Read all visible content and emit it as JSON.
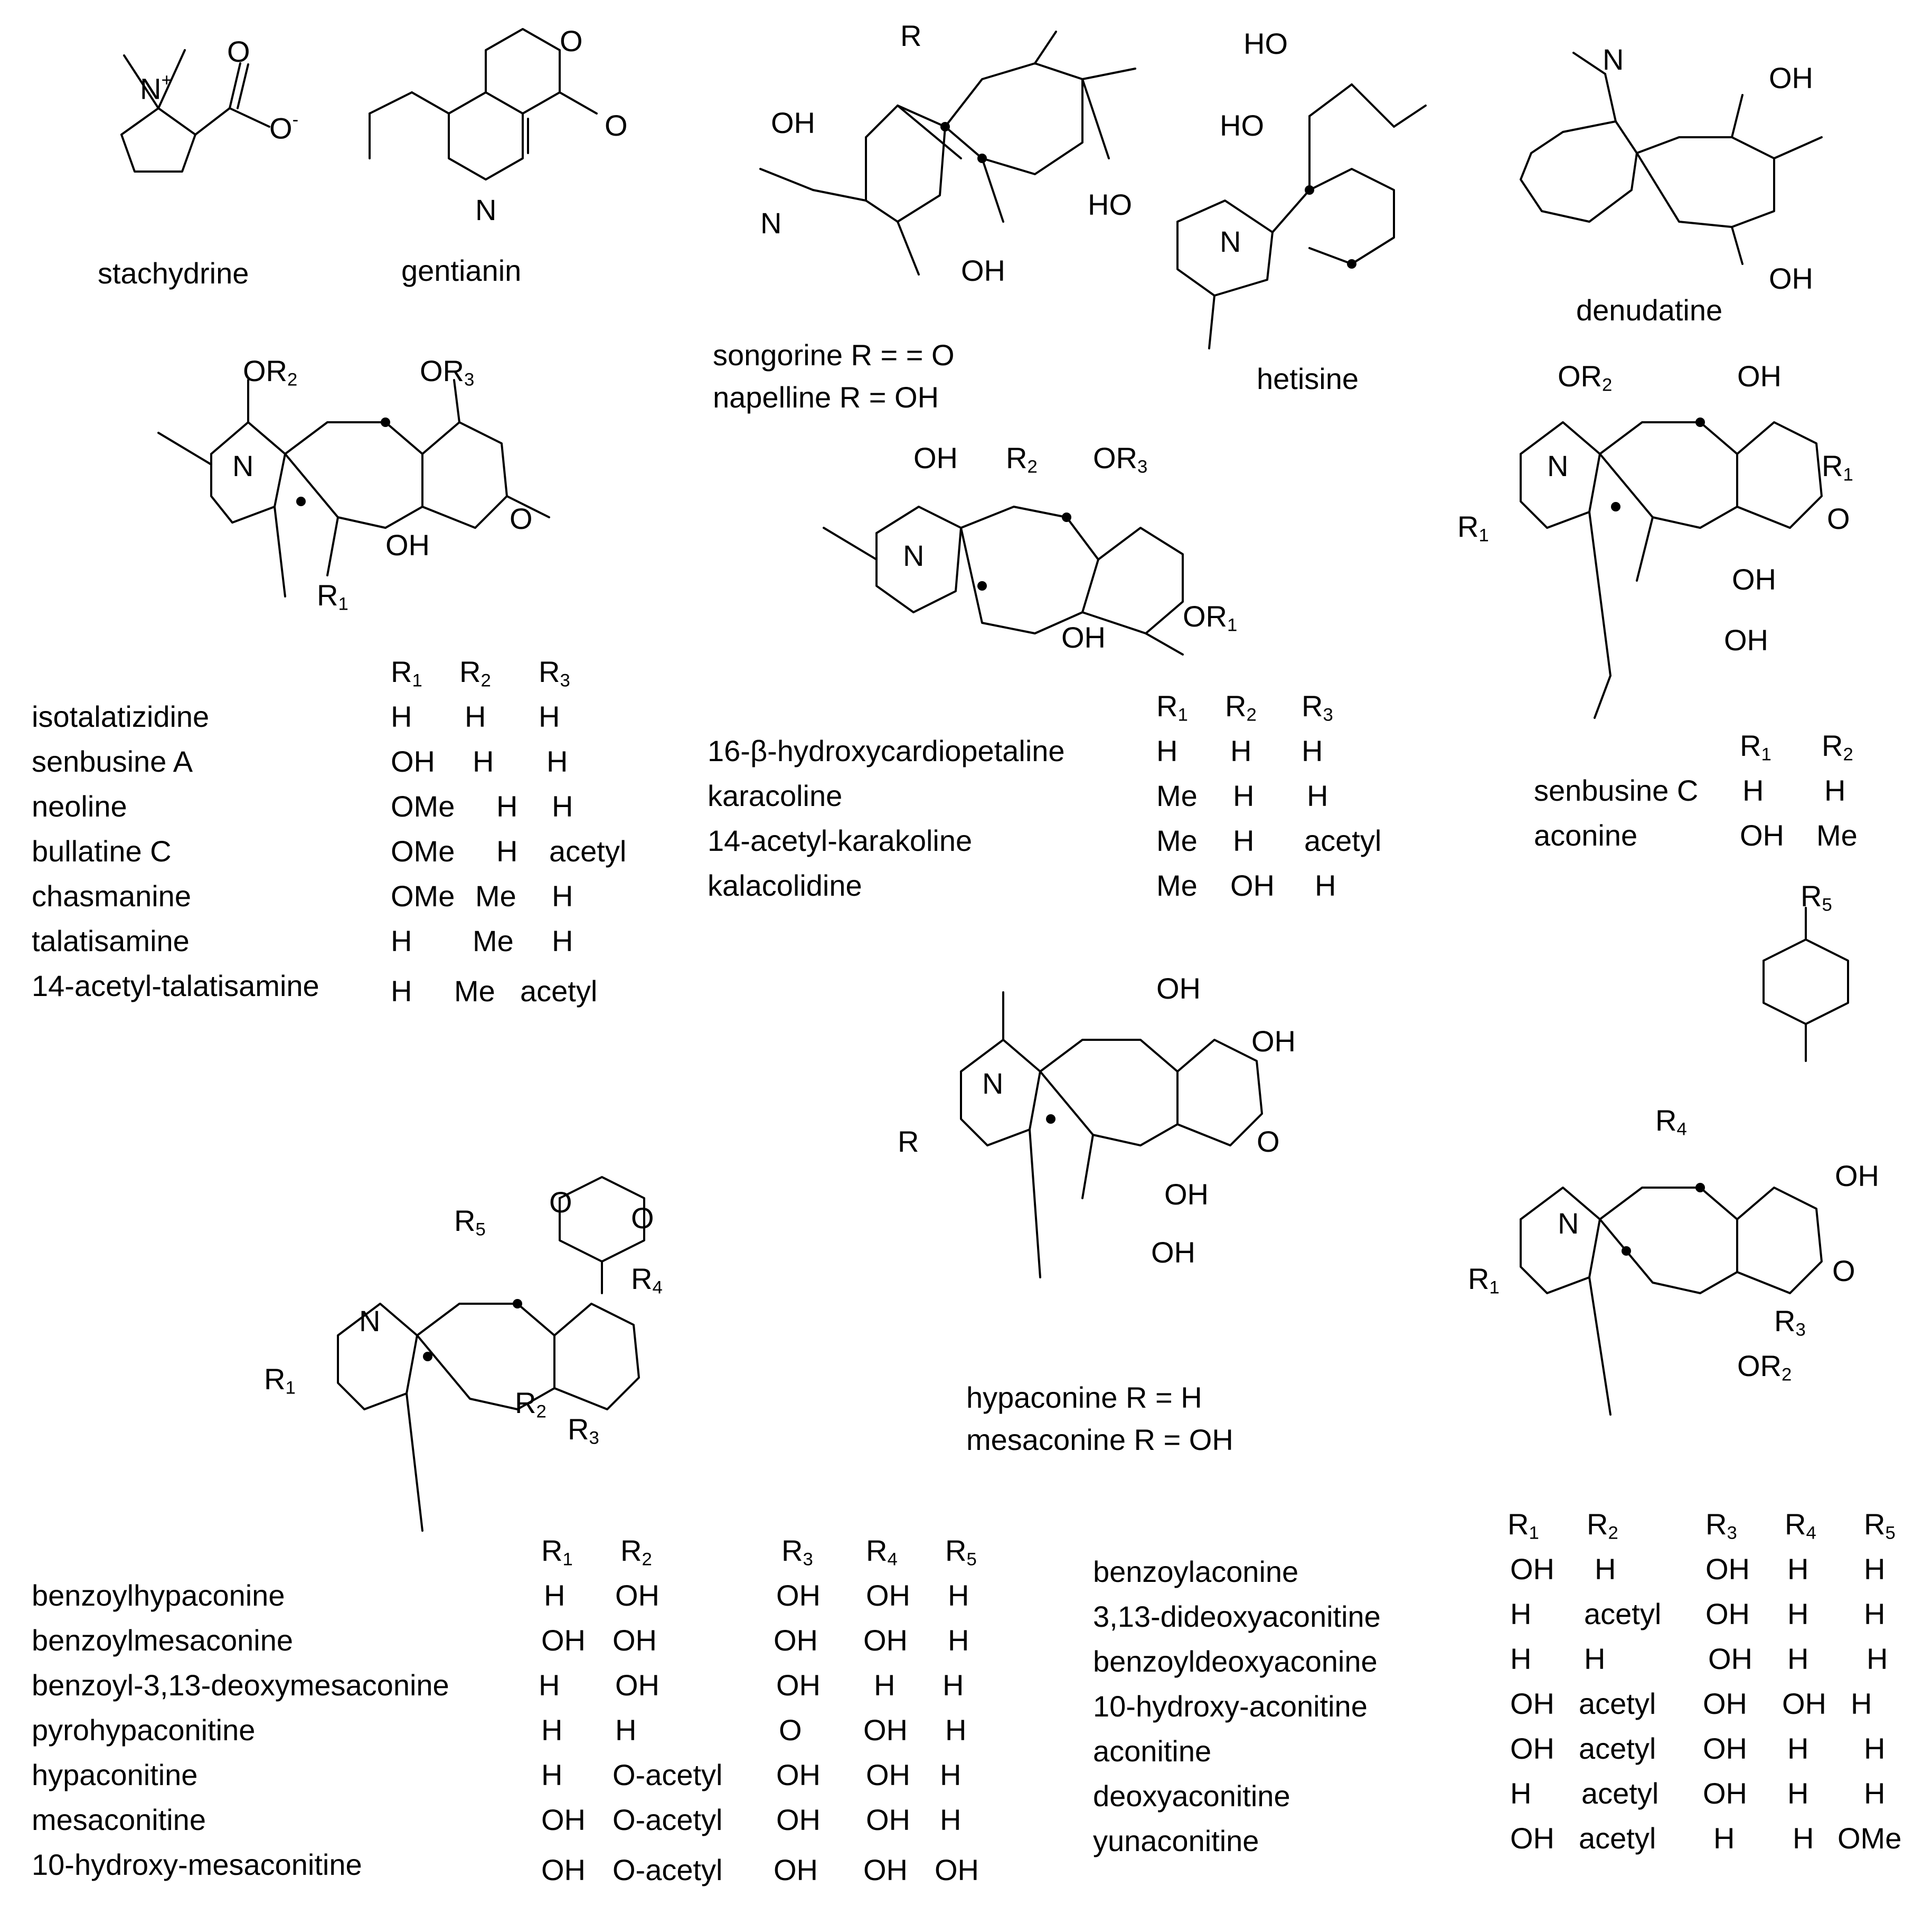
{
  "compound_names": {
    "stachydrine": "stachydrine",
    "gentianin": "gentianin",
    "hetisine": "hetisine",
    "denudatine": "denudatine",
    "songorine_line": "songorine R = = O",
    "napelline_line": "napelline  R = OH",
    "hypaconine_line": "hypaconine  R = H",
    "mesaconine_line": "mesaconine R = OH"
  },
  "atom_labels": {
    "N": "N",
    "OH": "OH",
    "HO": "HO",
    "O": "O",
    "R": "R",
    "O_minus": "O",
    "minus": "-",
    "plus": "+",
    "R1": "R",
    "R2": "R",
    "R3": "R",
    "R4": "R",
    "R5": "R",
    "OR1": "OR",
    "OR2": "OR",
    "OR3": "OR",
    "sub1": "1",
    "sub2": "2",
    "sub3": "3",
    "sub4": "4",
    "sub5": "5"
  },
  "table1": {
    "headers": [
      "R1",
      "R2",
      "R3"
    ],
    "rows": [
      {
        "name": "isotalatizidine",
        "r1": "H",
        "r2": "H",
        "r3": "H"
      },
      {
        "name": "senbusine A",
        "r1": "OH",
        "r2": "H",
        "r3": "H"
      },
      {
        "name": "neoline",
        "r1": "OMe",
        "r2": "H",
        "r3": "H"
      },
      {
        "name": "bullatine C",
        "r1": "OMe",
        "r2": "H",
        "r3": "acetyl"
      },
      {
        "name": "chasmanine",
        "r1": "OMe",
        "r2": "Me",
        "r3": "H"
      },
      {
        "name": "talatisamine",
        "r1": "H",
        "r2": "Me",
        "r3": "H"
      },
      {
        "name": "14-acetyl-talatisamine",
        "r1": "H",
        "r2": "Me",
        "r3": "acetyl"
      }
    ]
  },
  "table2": {
    "headers": [
      "R1",
      "R2",
      "R3"
    ],
    "rows": [
      {
        "name": "16-β-hydroxycardiopetaline",
        "r1": "H",
        "r2": "H",
        "r3": "H"
      },
      {
        "name": "karacoline",
        "r1": "Me",
        "r2": "H",
        "r3": "H"
      },
      {
        "name": "14-acetyl-karakoline",
        "r1": "Me",
        "r2": "H",
        "r3": "acetyl"
      },
      {
        "name": "kalacolidine",
        "r1": "Me",
        "r2": "OH",
        "r3": "H"
      }
    ]
  },
  "table3": {
    "headers": [
      "R1",
      "R2"
    ],
    "rows": [
      {
        "name": "senbusine C",
        "r1": "H",
        "r2": "H"
      },
      {
        "name": "aconine",
        "r1": "OH",
        "r2": "Me"
      }
    ]
  },
  "table4": {
    "headers": [
      "R1",
      "R2",
      "R3",
      "R4",
      "R5"
    ],
    "rows": [
      {
        "name": "benzoylhypaconine",
        "r1": "H",
        "r2": "OH",
        "r3": "OH",
        "r4": "OH",
        "r5": "H"
      },
      {
        "name": "benzoylmesaconine",
        "r1": "OH",
        "r2": "OH",
        "r3": "OH",
        "r4": "OH",
        "r5": "H"
      },
      {
        "name": "benzoyl-3,13-deoxymesaconine",
        "r1": "H",
        "r2": "OH",
        "r3": "OH",
        "r4": "H",
        "r5": "H"
      },
      {
        "name": "pyrohypaconitine",
        "r1": "H",
        "r2": "H",
        "r3": "O",
        "r4": "OH",
        "r5": "H"
      },
      {
        "name": "hypaconitine",
        "r1": "H",
        "r2": "O-acetyl",
        "r3": "OH",
        "r4": "OH",
        "r5": "H"
      },
      {
        "name": "mesaconitine",
        "r1": "OH",
        "r2": "O-acetyl",
        "r3": "OH",
        "r4": "OH",
        "r5": "H"
      },
      {
        "name": "10-hydroxy-mesaconitine",
        "r1": "OH",
        "r2": "O-acetyl",
        "r3": "OH",
        "r4": "OH",
        "r5": "OH"
      }
    ]
  },
  "table5": {
    "headers": [
      "R1",
      "R2",
      "R3",
      "R4",
      "R5"
    ],
    "rows": [
      {
        "name": "benzoylaconine",
        "r1": "OH",
        "r2": "H",
        "r3": "OH",
        "r4": "H",
        "r5": "H"
      },
      {
        "name": "3,13-dideoxyaconitine",
        "r1": "H",
        "r2": "acetyl",
        "r3": "OH",
        "r4": "H",
        "r5": "H"
      },
      {
        "name": "benzoyldeoxyaconine",
        "r1": "H",
        "r2": "H",
        "r3": "OH",
        "r4": "H",
        "r5": "H"
      },
      {
        "name": "10-hydroxy-aconitine",
        "r1": "OH",
        "r2": "acetyl",
        "r3": "OH",
        "r4": "OH",
        "r5": "H"
      },
      {
        "name": "aconitine",
        "r1": "OH",
        "r2": "acetyl",
        "r3": "OH",
        "r4": "H",
        "r5": "H"
      },
      {
        "name": "deoxyaconitine",
        "r1": "H",
        "r2": "acetyl",
        "r3": "OH",
        "r4": "H",
        "r5": "H"
      },
      {
        "name": "yunaconitine",
        "r1": "OH",
        "r2": "acetyl",
        "r3": "H",
        "r4": "H",
        "r5": "OMe"
      }
    ]
  }
}
